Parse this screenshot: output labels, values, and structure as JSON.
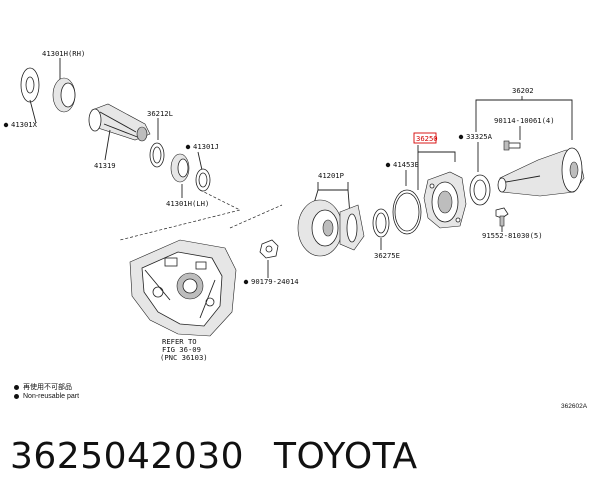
{
  "labels": {
    "p41301rh": "41301H(RH)",
    "p41301x": "41301X",
    "p41319": "41319",
    "p36212l": "36212L",
    "p41301j": "41301J",
    "p41301lh": "41301H(LH)",
    "p41201p": "41201P",
    "p90179": "90179-24014",
    "p41453e": "41453E",
    "p36275e": "36275E",
    "p36250": "36250",
    "p33325a": "33325A",
    "p36202": "36202",
    "p90114": "90114-10061(4)",
    "p91552": "91552-81030(5)",
    "refer1": "REFER TO",
    "refer2": "FIG 36-09",
    "refer3": "(PNC 36103)"
  },
  "legend": {
    "line1": "再使用不可部品",
    "line2": "Non-reusable part"
  },
  "diagram_code": "362602A",
  "footer": {
    "part_number": "3625042030",
    "brand": "TOYOTA"
  },
  "colors": {
    "highlight": "#d40000",
    "ink": "#111111"
  }
}
